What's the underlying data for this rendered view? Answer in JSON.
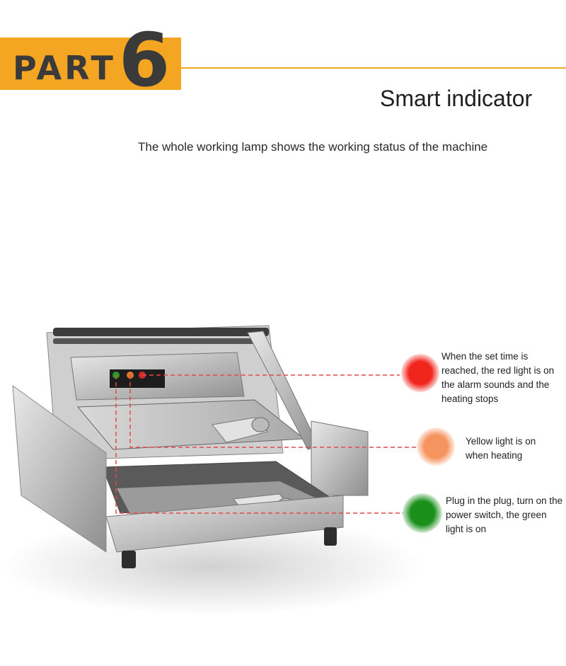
{
  "banner": {
    "part_word": "PART",
    "part_number": "6"
  },
  "header": {
    "title": "Smart indicator",
    "subtitle": "The whole working lamp shows the working status of the machine"
  },
  "indicators": [
    {
      "color_name": "red",
      "color": "#f0251c",
      "description": "When the set time is reached, the red light is on the alarm sounds and the heating stops"
    },
    {
      "color_name": "yellow",
      "color": "#f6945f",
      "description": "Yellow light is on when heating"
    },
    {
      "color_name": "green",
      "color": "#1a8f1a",
      "description": "Plug in the plug, turn on the power switch, the green light is on"
    }
  ],
  "colors": {
    "accent": "#f4a623",
    "leader_line": "#e24a4a"
  }
}
